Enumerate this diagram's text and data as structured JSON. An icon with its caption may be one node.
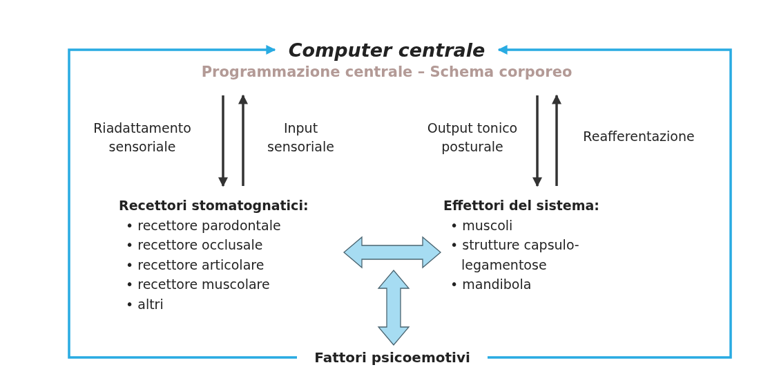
{
  "diagram": {
    "nodes": [
      {
        "text": [
          "Computer centrale"
        ],
        "beside": [
          "Programmazione centrale – Schema corporeo"
        ]
      },
      {
        "text": [
          "Recettori stomatognatici:",
          "• recettore parodontale",
          "• recettore occlusale",
          "• recettore articolare",
          "• recettore muscolare",
          "• altri"
        ]
      },
      {
        "text": [
          "Effettori del sistema:",
          "• muscoli",
          "• strutture capsulo-legamentose",
          "• mandibola"
        ]
      },
      {
        "text": [
          "Fattori psicoemotivi"
        ]
      }
    ],
    "edges": [
      {
        "from": 3,
        "to": 0,
        "arrow": "to",
        "color": "#29abe2"
      },
      {
        "from": 3,
        "to": 0,
        "arrow": "to",
        "color": "#29abe2"
      },
      {
        "from": 0,
        "to": 1,
        "arrow": "to",
        "label": "Riadattamento sensoriale"
      },
      {
        "from": 1,
        "to": 0,
        "arrow": "to",
        "label": "Input sensoriale"
      },
      {
        "from": 0,
        "to": 2,
        "arrow": "to",
        "label": "Output tonico posturale"
      },
      {
        "from": 2,
        "to": 0,
        "arrow": "to",
        "label": "Reafferentazione"
      },
      {
        "from": 1,
        "to": 2,
        "arrow": "both",
        "style": "thick",
        "color": "#a6dcf2"
      },
      {
        "from": 3,
        "to": null,
        "arrow": "both",
        "style": "thick",
        "color": "#a6dcf2"
      }
    ]
  }
}
